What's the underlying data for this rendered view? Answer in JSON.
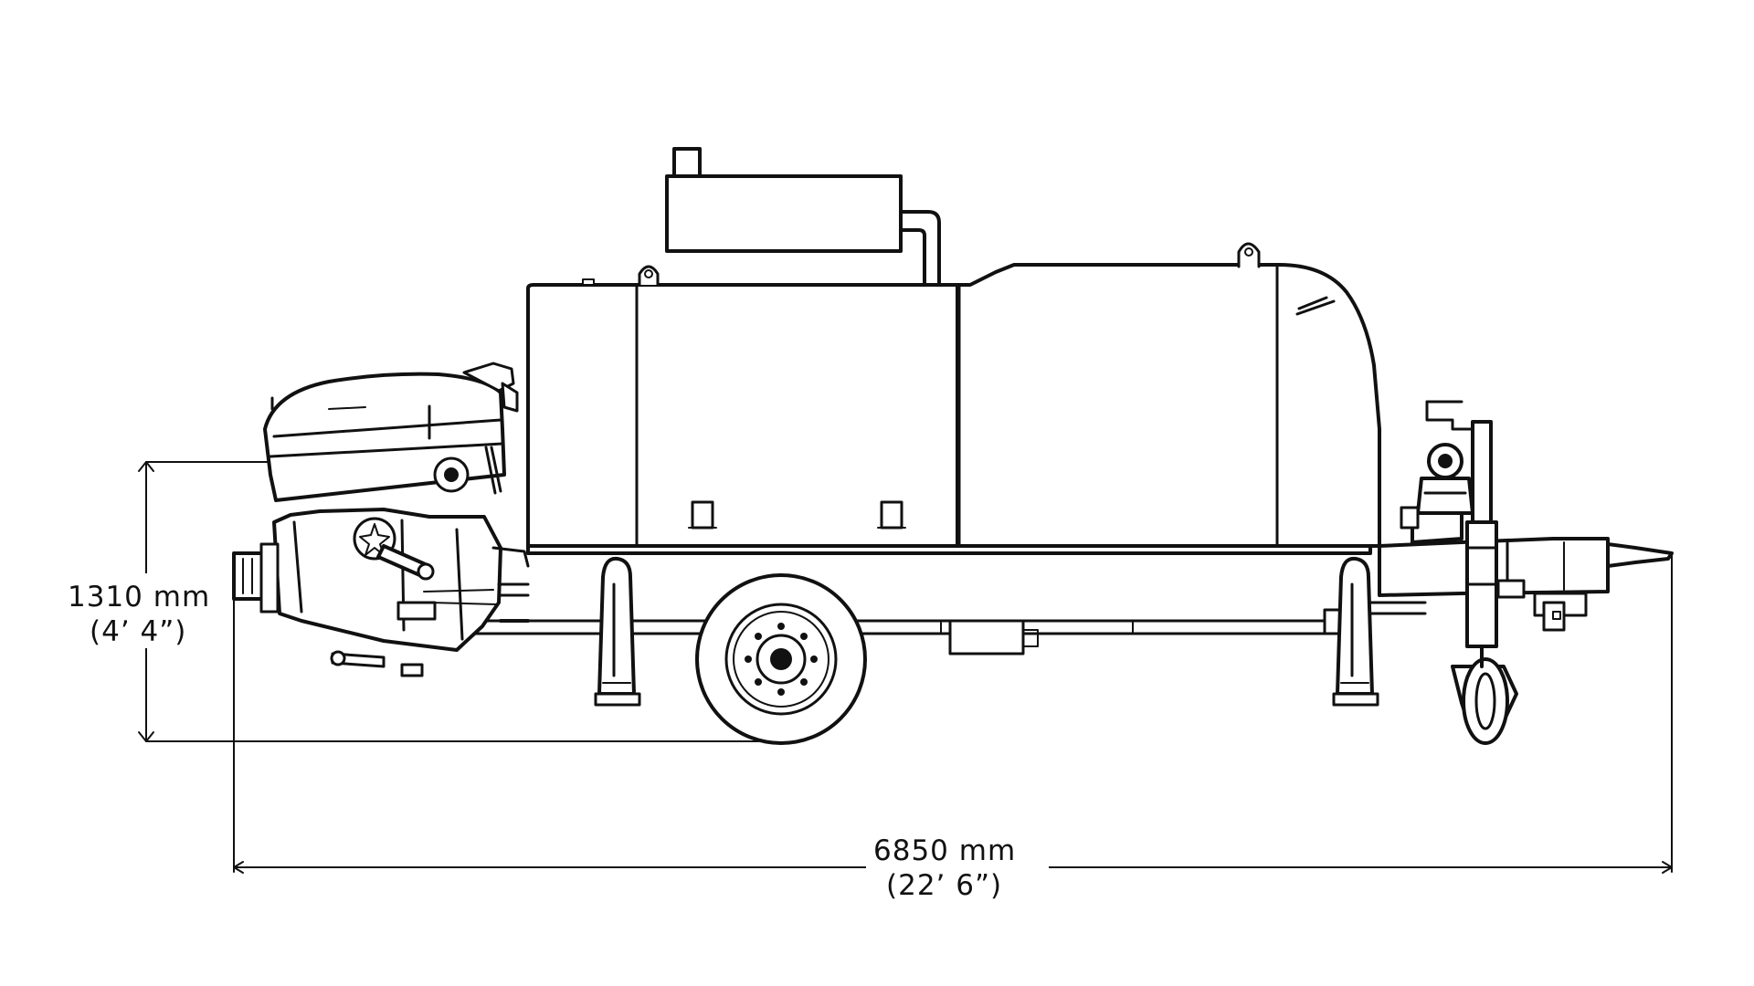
{
  "dimensions": {
    "height": {
      "metric": "1310  mm",
      "imperial": "(4’  4”)"
    },
    "length": {
      "metric": "6850  mm",
      "imperial": "(22’  6”)"
    }
  }
}
